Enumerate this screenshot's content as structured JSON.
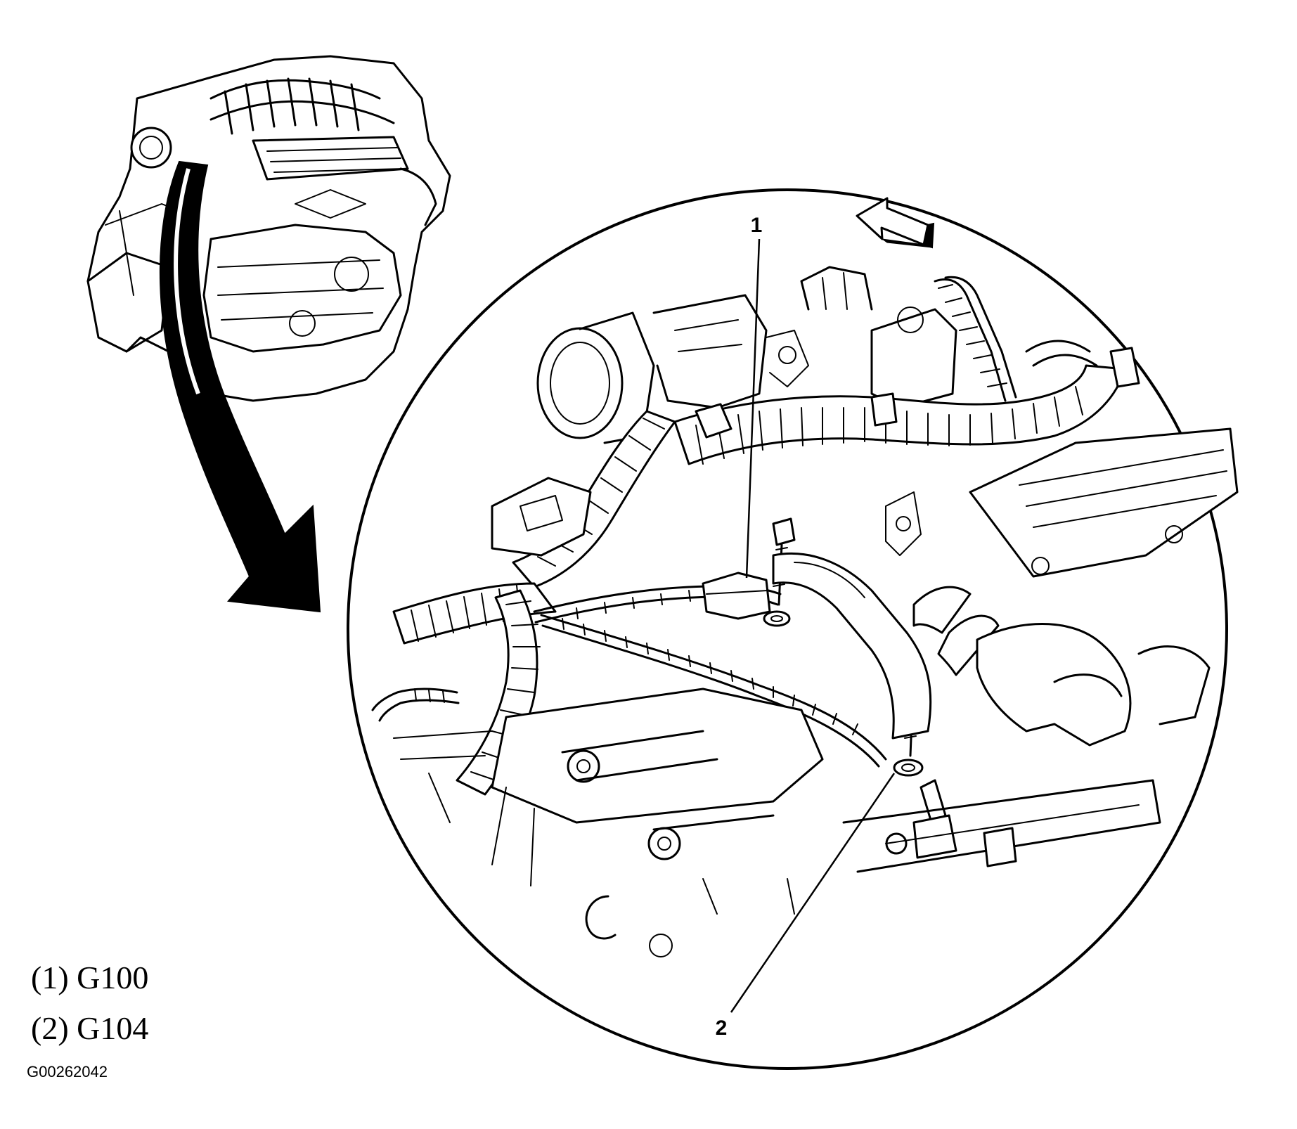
{
  "callouts": [
    {
      "number": "1",
      "name": "G100"
    },
    {
      "number": "2",
      "name": "G104"
    }
  ],
  "legend": [
    {
      "text": "(1) G100"
    },
    {
      "text": "(2) G104"
    }
  ],
  "figure_id": "G00262042",
  "icons": {
    "direction_arrow": "front-direction-arrow-icon",
    "pointer_arrow": "detail-pointer-arrow-icon"
  },
  "colors": {
    "line": "#000000",
    "background": "#ffffff"
  }
}
